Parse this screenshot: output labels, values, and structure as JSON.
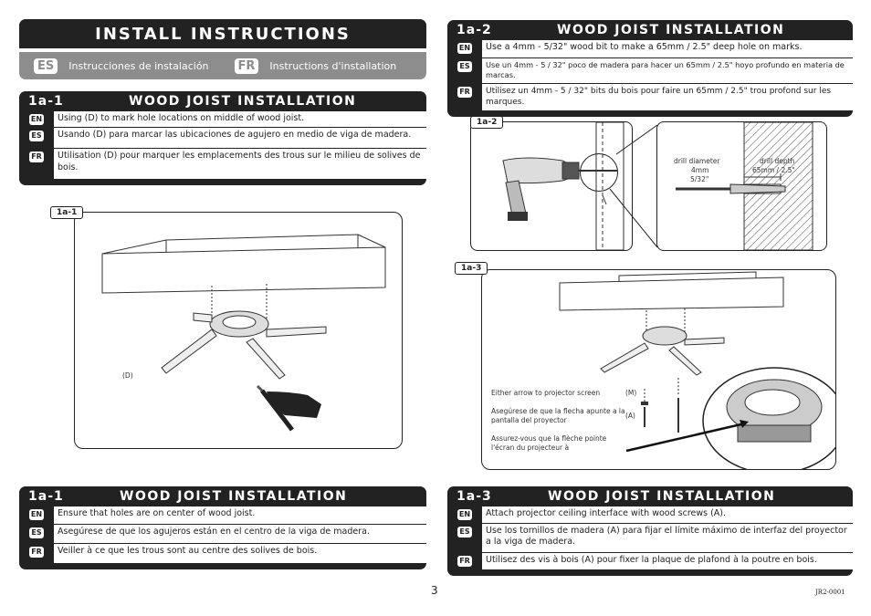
{
  "header": {
    "title": "INSTALL INSTRUCTIONS",
    "es_badge": "ES",
    "es_text": "Instrucciones de instalación",
    "fr_badge": "FR",
    "fr_text": "Instructions d'installation"
  },
  "lang_codes": {
    "en": "EN",
    "es": "ES",
    "fr": "FR"
  },
  "step1a1_top": {
    "num": "1a-1",
    "title": "WOOD JOIST INSTALLATION",
    "en": "Using (D) to mark hole locations on middle of wood joist.",
    "es": "Usando (D) para marcar las ubicaciones de agujero en medio de viga de madera.",
    "fr": "Utilisation (D) pour marquer les emplacements des trous sur le milieu de solives de bois."
  },
  "step1a2": {
    "num": "1a-2",
    "title": "WOOD JOIST INSTALLATION",
    "en": "Use a 4mm - 5/32\" wood bit to make a 65mm / 2.5\" deep hole on marks.",
    "es": "Use un 4mm - 5 / 32\" poco de madera para hacer un 65mm / 2.5\" hoyo profundo en materia de marcas.",
    "fr": "Utilisez un 4mm - 5 / 32\" bits du bois pour faire un 65mm / 2.5\" trou profond sur les marques."
  },
  "step1a1_bottom": {
    "num": "1a-1",
    "title": "WOOD JOIST INSTALLATION",
    "en": "Ensure that holes are on center of wood joist.",
    "es": "Asegúrese de que los agujeros están en el centro de la viga de madera.",
    "fr": "Veiller à ce que les trous sont au centre des solives de bois."
  },
  "step1a3": {
    "num": "1a-3",
    "title": "WOOD JOIST INSTALLATION",
    "en": "Attach projector ceiling interface with wood screws (A).",
    "es": "Use los tornillos de madera (A) para fijar el límite máximo de interfaz del proyector a la viga de madera.",
    "fr": "Utilisez des vis à bois (A) pour fixer la plaque de plafond à la poutre en bois."
  },
  "diagram_1a1": {
    "tag": "1a-1",
    "label_d": "(D)"
  },
  "diagram_1a2": {
    "tag": "1a-2",
    "drill_diameter": "drill diameter",
    "diameter_mm": "4mm",
    "diameter_in": "5/32\"",
    "drill_depth": "drill depth",
    "depth_value": "65mm / 2.5\""
  },
  "diagram_1a3": {
    "tag": "1a-3",
    "label_m": "(M)",
    "label_a": "(A)",
    "note_en": "Either arrow to projector screen",
    "note_es": "Asegúrese de que la flecha apunte a la pantalla del proyector",
    "note_fr": "Assurez-vous que la flèche pointe l'écran du projecteur à"
  },
  "footer": {
    "page_number": "3",
    "doc_code": "JR2-0001"
  }
}
